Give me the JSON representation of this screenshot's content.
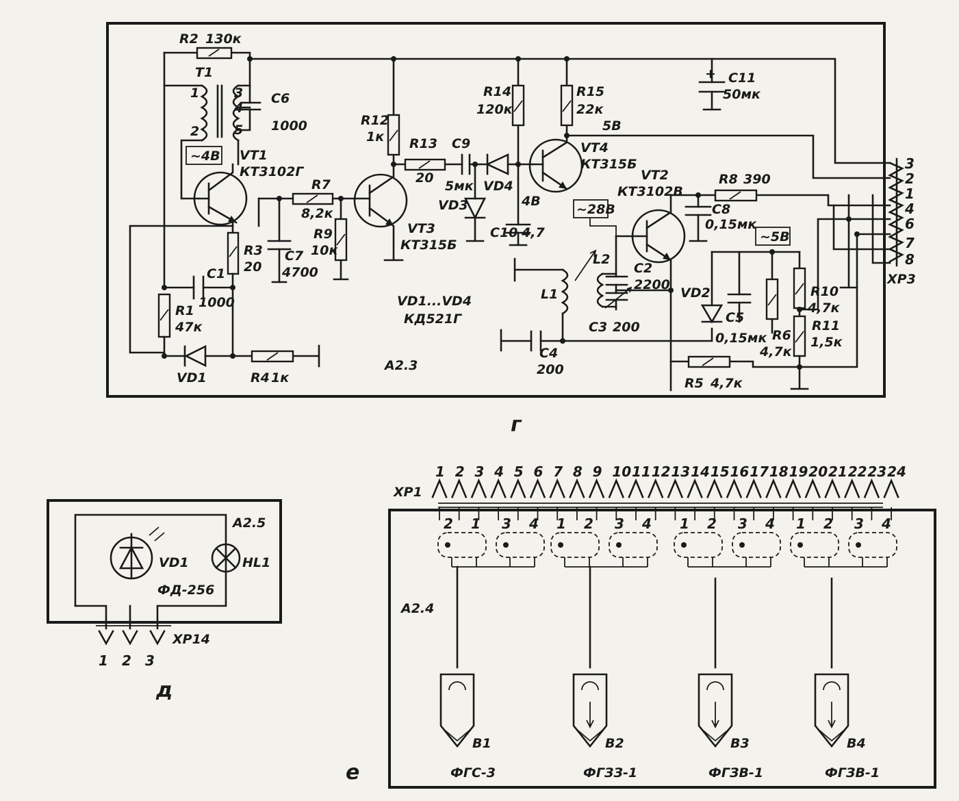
{
  "panel_g": {
    "module": "А2.3",
    "caption": "г",
    "components": {
      "r2": {
        "ref": "R2",
        "value": "130к"
      },
      "t1": {
        "ref": "T1",
        "pin1": "1",
        "pin2": "2",
        "pin3": "3",
        "pin4": "4",
        "pin5": "5"
      },
      "c6": {
        "ref": "C6",
        "value": "1000"
      },
      "vt1": {
        "ref": "VT1",
        "type": "КТ3102Г",
        "voltage": "~4В"
      },
      "r12": {
        "ref": "R12",
        "value": "1к"
      },
      "r13": {
        "ref": "R13",
        "value": "20"
      },
      "c9": {
        "ref": "C9",
        "value": "5мк"
      },
      "vd3": {
        "ref": "VD3"
      },
      "vd4": {
        "ref": "VD4"
      },
      "r14": {
        "ref": "R14",
        "value": "120к"
      },
      "r15": {
        "ref": "R15",
        "value": "22к"
      },
      "vt4": {
        "ref": "VT4",
        "type": "КТ315Б",
        "voltage": "5В"
      },
      "c11": {
        "ref": "C11",
        "value": "50мк"
      },
      "r7": {
        "ref": "R7",
        "value": "8,2к"
      },
      "r9": {
        "ref": "R9",
        "value": "10к"
      },
      "vt3": {
        "ref": "VT3",
        "type": "КТ315Б"
      },
      "c10": {
        "ref": "C10",
        "value": "4,7",
        "voltage": "4В"
      },
      "vt2": {
        "ref": "VT2",
        "type": "КТ3102В",
        "voltage": "~28В"
      },
      "r8": {
        "ref": "R8",
        "value": "390"
      },
      "c8": {
        "ref": "C8",
        "value": "0,15мк"
      },
      "r3": {
        "ref": "R3",
        "value": "20"
      },
      "c7": {
        "ref": "C7",
        "value": "4700"
      },
      "c1": {
        "ref": "C1",
        "value": "1000"
      },
      "r1": {
        "ref": "R1",
        "value": "47к"
      },
      "vd1": {
        "ref": "VD1"
      },
      "r4": {
        "ref": "R4",
        "value": "1к"
      },
      "l1": {
        "ref": "L1"
      },
      "l2": {
        "ref": "L2"
      },
      "c2": {
        "ref": "C2",
        "value": "2200"
      },
      "c3": {
        "ref": "C3",
        "value": "200"
      },
      "c4": {
        "ref": "C4",
        "value": "200"
      },
      "vd2": {
        "ref": "VD2"
      },
      "c5": {
        "ref": "C5",
        "value": "0,15мк"
      },
      "r6": {
        "ref": "R6",
        "value": "4,7к"
      },
      "r10": {
        "ref": "R10",
        "value": "4,7к"
      },
      "r11": {
        "ref": "R11",
        "value": "1,5к"
      },
      "r5": {
        "ref": "R5",
        "value": "4,7к"
      },
      "vd2_voltage": "~5В"
    },
    "diodes_note": {
      "range": "VD1...VD4",
      "type": "КД521Г"
    },
    "connector": {
      "ref": "XP3",
      "pins": [
        "3",
        "2",
        "1",
        "4",
        "6",
        "7",
        "8"
      ]
    }
  },
  "panel_d": {
    "module": "А2.5",
    "caption": "д",
    "photodiode": {
      "ref": "VD1",
      "type": "ФД-256"
    },
    "lamp": {
      "ref": "HL1"
    },
    "connector": {
      "ref": "XP14",
      "pins": [
        "1",
        "2",
        "3"
      ]
    }
  },
  "panel_e": {
    "module": "А2.4",
    "caption": "е",
    "connector": {
      "ref": "XP1",
      "pins": [
        "1",
        "2",
        "3",
        "4",
        "5",
        "6",
        "7",
        "8",
        "9",
        "10",
        "11",
        "12",
        "13",
        "14",
        "15",
        "16",
        "17",
        "18",
        "19",
        "20",
        "21",
        "22",
        "23",
        "24"
      ]
    },
    "socket_pins": [
      "2",
      "1",
      "3",
      "4",
      "1",
      "2",
      "3",
      "4",
      "1",
      "2",
      "3",
      "4",
      "1",
      "2",
      "3",
      "4"
    ],
    "sensors": [
      {
        "ref": "В1",
        "type": "ФГС-3"
      },
      {
        "ref": "В2",
        "type": "ФГЗЗ-1"
      },
      {
        "ref": "В3",
        "type": "ФГЗВ-1"
      },
      {
        "ref": "В4",
        "type": "ФГЗВ-1"
      }
    ]
  }
}
